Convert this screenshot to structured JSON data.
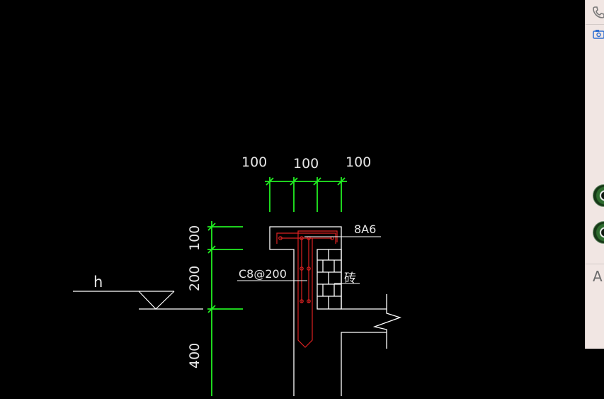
{
  "drawing": {
    "top_dims": [
      "100",
      "100",
      "100"
    ],
    "left_dims": [
      "100",
      "200",
      "400"
    ],
    "level_label": "h",
    "rebar_top_label": "8A6",
    "stirrup_label": "C8@200",
    "brick_label": "砖"
  },
  "side_panel": {
    "icons": [
      "phone-icon",
      "camera-icon",
      "avatar",
      "avatar"
    ],
    "letter": "A"
  },
  "colors": {
    "background": "#000000",
    "dimension_green": "#22ee22",
    "outline_white": "#ffffff",
    "rebar_red": "#dd2222",
    "panel_bg": "#f1e6e3"
  }
}
